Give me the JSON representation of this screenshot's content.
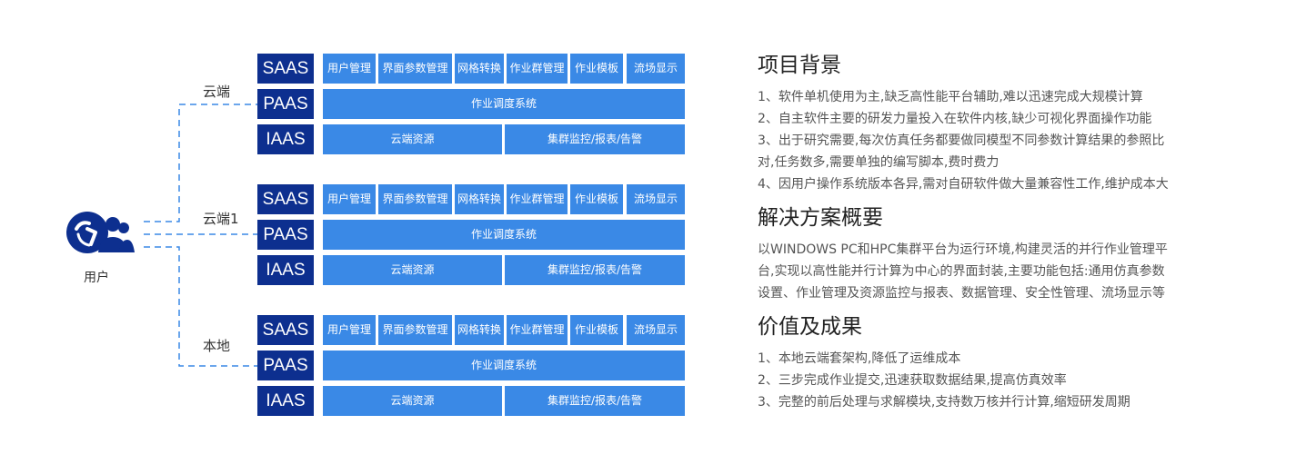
{
  "user": {
    "label": "用户",
    "icon": "user-group-icon"
  },
  "colors": {
    "dark_blue": "#0d2f8f",
    "light_blue": "#3a89e6",
    "connector": "#3a89e6"
  },
  "stacks": [
    {
      "label": "云端",
      "saas": {
        "tag": "SAAS",
        "items": [
          "用户管理",
          "界面参数管理",
          "网格转换",
          "作业群管理",
          "作业模板",
          "流场显示"
        ]
      },
      "paas": {
        "tag": "PAAS",
        "items": [
          "作业调度系统"
        ]
      },
      "iaas": {
        "tag": "IAAS",
        "items": [
          "云端资源",
          "集群监控/报表/告警"
        ]
      }
    },
    {
      "label": "云端1",
      "saas": {
        "tag": "SAAS",
        "items": [
          "用户管理",
          "界面参数管理",
          "网格转换",
          "作业群管理",
          "作业模板",
          "流场显示"
        ]
      },
      "paas": {
        "tag": "PAAS",
        "items": [
          "作业调度系统"
        ]
      },
      "iaas": {
        "tag": "IAAS",
        "items": [
          "云端资源",
          "集群监控/报表/告警"
        ]
      }
    },
    {
      "label": "本地",
      "saas": {
        "tag": "SAAS",
        "items": [
          "用户管理",
          "界面参数管理",
          "网格转换",
          "作业群管理",
          "作业模板",
          "流场显示"
        ]
      },
      "paas": {
        "tag": "PAAS",
        "items": [
          "作业调度系统"
        ]
      },
      "iaas": {
        "tag": "IAAS",
        "items": [
          "云端资源",
          "集群监控/报表/告警"
        ]
      }
    }
  ],
  "sections": [
    {
      "title": "项目背景",
      "lines": [
        "1、软件单机使用为主,缺乏高性能平台辅助,难以迅速完成大规模计算",
        "2、自主软件主要的研发力量投入在软件内核,缺少可视化界面操作功能",
        "3、出于研究需要,每次仿真任务都要做同模型不同参数计算结果的参照比",
        "对,任务数多,需要单独的编写脚本,费时费力",
        "4、因用户操作系统版本各异,需对自研软件做大量兼容性工作,维护成本大"
      ]
    },
    {
      "title": "解决方案概要",
      "lines": [
        "以WINDOWS PC和HPC集群平台为运行环境,构建灵活的并行作业管理平",
        "台,实现以高性能并行计算为中心的界面封装,主要功能包括:通用仿真参数",
        "设置、作业管理及资源监控与报表、数据管理、安全性管理、流场显示等"
      ]
    },
    {
      "title": "价值及成果",
      "lines": [
        "1、本地云端套架构,降低了运维成本",
        "2、三步完成作业提交,迅速获取数据结果,提高仿真效率",
        "3、完整的前后处理与求解模块,支持数万核并行计算,缩短研发周期"
      ]
    }
  ]
}
